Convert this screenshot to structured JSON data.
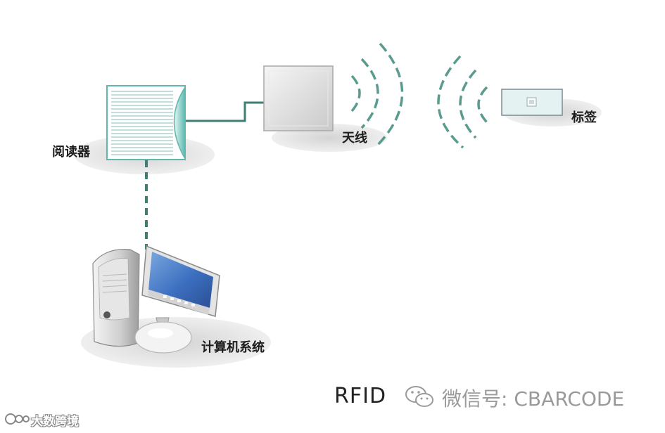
{
  "diagram": {
    "nodes": {
      "reader": "阅读器",
      "antenna": "天线",
      "tag": "标签",
      "computer": "计算机系统"
    }
  },
  "footer": {
    "left": "RFID",
    "right": "微信号: CBARCODE"
  },
  "watermark": {
    "text": "大数跨境"
  },
  "colors": {
    "link_line": "#3d7f73",
    "reader_accent": "#7fd0c8",
    "signal_waves": "#5a9a8f"
  }
}
